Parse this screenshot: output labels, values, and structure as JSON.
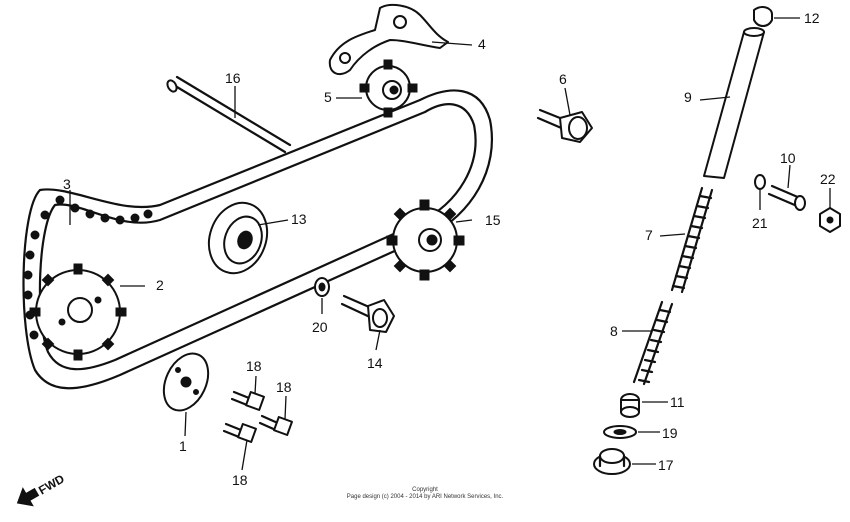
{
  "callouts": {
    "c1": "1",
    "c2": "2",
    "c3": "3",
    "c4": "4",
    "c5": "5",
    "c6": "6",
    "c7": "7",
    "c8": "8",
    "c9": "9",
    "c10": "10",
    "c11": "11",
    "c12": "12",
    "c13": "13",
    "c14": "14",
    "c15": "15",
    "c16": "16",
    "c17": "17",
    "c18a": "18",
    "c18b": "18",
    "c18c": "18",
    "c19": "19",
    "c20": "20",
    "c21": "21",
    "c22": "22"
  },
  "direction_label": "FWD",
  "footer": {
    "line1": "Copyright",
    "line2": "Page design (c) 2004 - 2014 by ARI Network Services, Inc."
  },
  "colors": {
    "ink": "#111111",
    "paper": "#ffffff"
  }
}
